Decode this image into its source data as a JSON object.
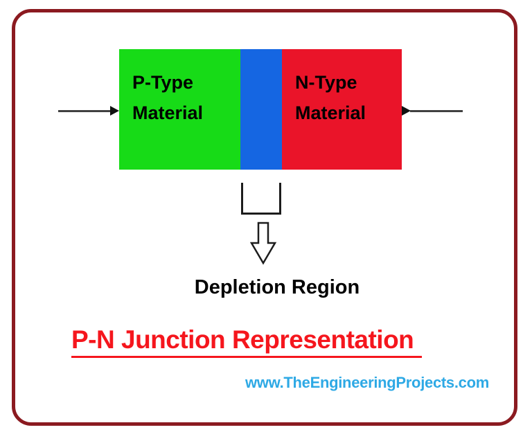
{
  "frame": {
    "border_color": "#8B1A20"
  },
  "diagram": {
    "p_region": {
      "label": "P-Type Material",
      "color": "#17DB17"
    },
    "depletion_band": {
      "color": "#1566E2"
    },
    "n_region": {
      "label": "N-Type Material",
      "color": "#EA1429"
    },
    "wire_color": "#404040",
    "depletion_caption": "Depletion Region"
  },
  "title": {
    "text": "P-N Junction Representation",
    "color": "#F5161D"
  },
  "footer": {
    "website": "www.TheEngineeringProjects.com",
    "color": "#2EA9E5"
  }
}
